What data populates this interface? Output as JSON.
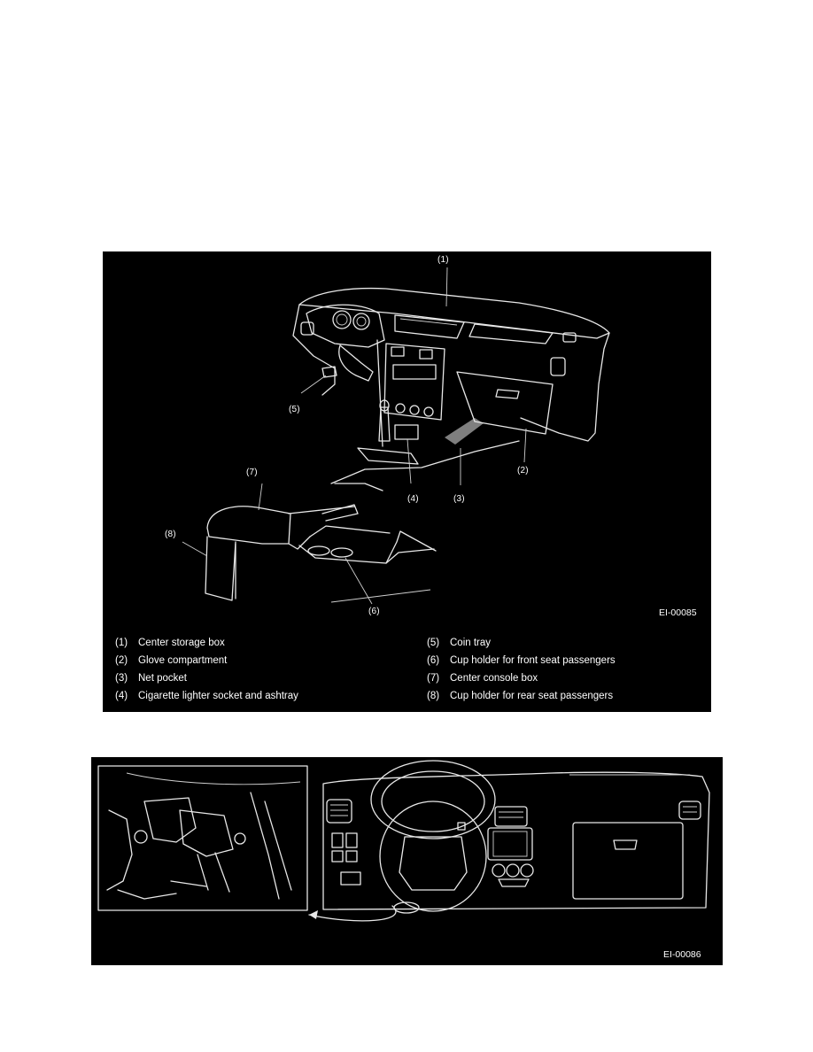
{
  "figure1": {
    "code": "EI-00085",
    "callouts": [
      "(1)",
      "(2)",
      "(3)",
      "(4)",
      "(5)",
      "(6)",
      "(7)",
      "(8)"
    ],
    "legend": [
      {
        "num": "(1)",
        "text": "Center storage box"
      },
      {
        "num": "(2)",
        "text": "Glove compartment"
      },
      {
        "num": "(3)",
        "text": "Net pocket"
      },
      {
        "num": "(4)",
        "text": "Cigarette lighter socket and ashtray"
      },
      {
        "num": "(5)",
        "text": "Coin tray"
      },
      {
        "num": "(6)",
        "text": "Cup holder for front seat passengers"
      },
      {
        "num": "(7)",
        "text": "Center console box"
      },
      {
        "num": "(8)",
        "text": "Cup holder for rear seat passengers"
      }
    ]
  },
  "figure2": {
    "code": "EI-00086"
  }
}
